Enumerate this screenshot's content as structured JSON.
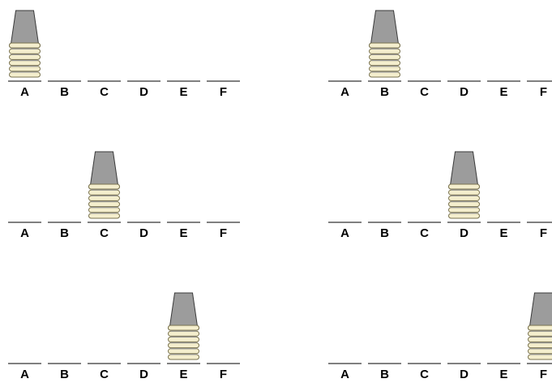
{
  "colors": {
    "background": "#ffffff",
    "slot_line": "#000000",
    "cup_fill": "#9c9c9c",
    "cup_stroke": "#3a3a3a",
    "rim_fill": "#f4eecd",
    "rim_stroke": "#7a7350",
    "label": "#000000"
  },
  "diagram": {
    "slot_labels": [
      "A",
      "B",
      "C",
      "D",
      "E",
      "F"
    ],
    "cups_per_stack": 6,
    "panels": [
      {
        "stack_position": "A"
      },
      {
        "stack_position": "B"
      },
      {
        "stack_position": "C"
      },
      {
        "stack_position": "D"
      },
      {
        "stack_position": "E"
      },
      {
        "stack_position": "F"
      }
    ]
  }
}
